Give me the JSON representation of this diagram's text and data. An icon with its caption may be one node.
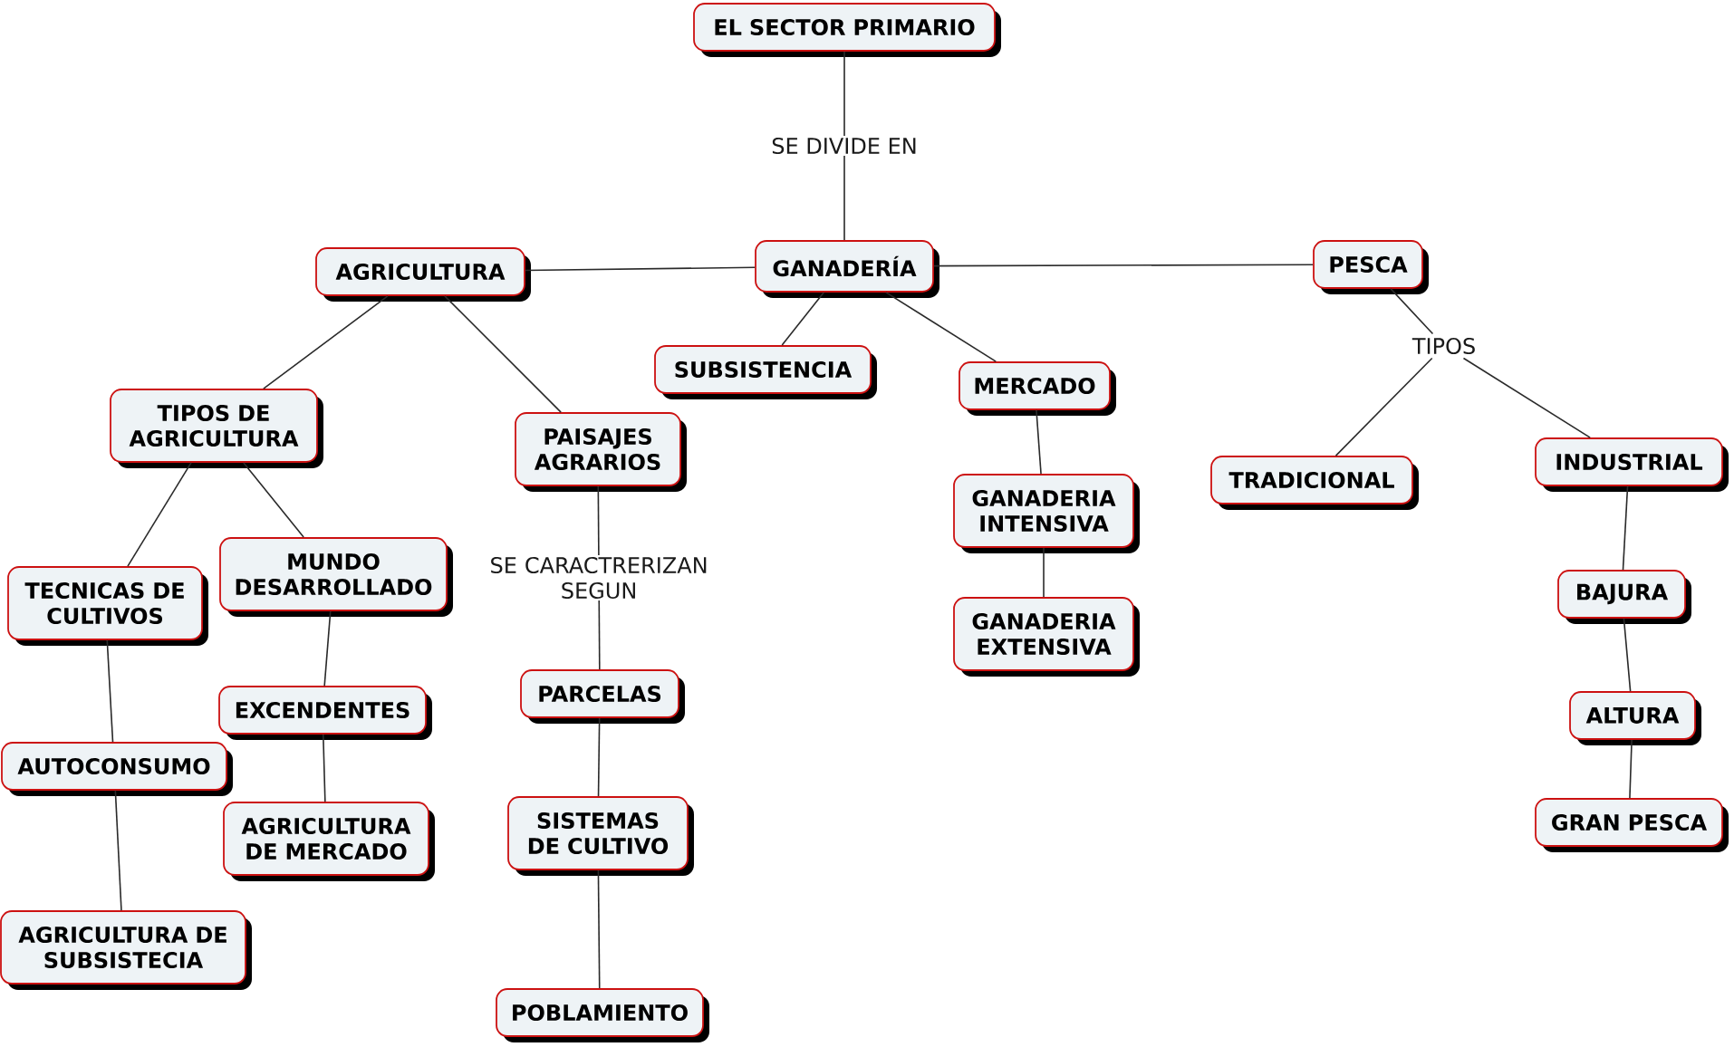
{
  "diagram": {
    "nodes": [
      {
        "text": [
          "EL SECTOR PRIMARIO"
        ]
      },
      {
        "text": [
          "AGRICULTURA"
        ]
      },
      {
        "text": [
          "GANADERÍA"
        ]
      },
      {
        "text": [
          "PESCA"
        ]
      },
      {
        "text": [
          "TIPOS DE AGRICULTURA"
        ]
      },
      {
        "text": [
          "PAISAJES AGRARIOS"
        ]
      },
      {
        "text": [
          "SUBSISTENCIA"
        ]
      },
      {
        "text": [
          "MERCADO"
        ]
      },
      {
        "text": [
          "TIPOS"
        ]
      },
      {
        "text": [
          "TRADICIONAL"
        ]
      },
      {
        "text": [
          "INDUSTRIAL"
        ]
      },
      {
        "text": [
          "TECNICAS DE CULTIVOS"
        ]
      },
      {
        "text": [
          "MUNDO DESARROLLADO"
        ]
      },
      {
        "text": [
          "GANADERIA INTENSIVA"
        ]
      },
      {
        "text": [
          "GANADERIA EXTENSIVA"
        ]
      },
      {
        "text": [
          "EXCENDENTES"
        ]
      },
      {
        "text": [
          "PARCELAS"
        ]
      },
      {
        "text": [
          "BAJURA"
        ]
      },
      {
        "text": [
          "AUTOCONSUMO"
        ]
      },
      {
        "text": [
          "AGRICULTURA DE MERCADO"
        ]
      },
      {
        "text": [
          "SISTEMAS DE CULTIVO"
        ]
      },
      {
        "text": [
          "ALTURA"
        ]
      },
      {
        "text": [
          "GRAN PESCA"
        ]
      },
      {
        "text": [
          "AGRICULTURA DE SUBSISTECIA"
        ]
      },
      {
        "text": [
          "POBLAMIENTO"
        ]
      }
    ],
    "edges": [
      {
        "from": 0,
        "to": 2,
        "arrow": "none",
        "label": "SE DIVIDE EN"
      },
      {
        "from": 2,
        "to": 1,
        "arrow": "none"
      },
      {
        "from": 2,
        "to": 3,
        "arrow": "none"
      },
      {
        "from": 1,
        "to": 4,
        "arrow": "none"
      },
      {
        "from": 1,
        "to": 5,
        "arrow": "none"
      },
      {
        "from": 2,
        "to": 6,
        "arrow": "none"
      },
      {
        "from": 2,
        "to": 7,
        "arrow": "none"
      },
      {
        "from": 3,
        "to": 8,
        "arrow": "none"
      },
      {
        "from": 8,
        "to": 9,
        "arrow": "none"
      },
      {
        "from": 8,
        "to": 10,
        "arrow": "none"
      },
      {
        "from": 4,
        "to": 11,
        "arrow": "none"
      },
      {
        "from": 4,
        "to": 12,
        "arrow": "none"
      },
      {
        "from": 5,
        "to": 16,
        "arrow": "none",
        "label": "SE CARACTRERIZAN SEGUN"
      },
      {
        "from": 7,
        "to": 13,
        "arrow": "none"
      },
      {
        "from": 13,
        "to": 14,
        "arrow": "none"
      },
      {
        "from": 12,
        "to": 15,
        "arrow": "none"
      },
      {
        "from": 11,
        "to": 18,
        "arrow": "none"
      },
      {
        "from": 15,
        "to": 19,
        "arrow": "none"
      },
      {
        "from": 16,
        "to": 20,
        "arrow": "none"
      },
      {
        "from": 10,
        "to": 17,
        "arrow": "none"
      },
      {
        "from": 17,
        "to": 21,
        "arrow": "none"
      },
      {
        "from": 21,
        "to": 22,
        "arrow": "none"
      },
      {
        "from": 18,
        "to": 23,
        "arrow": "none"
      },
      {
        "from": 20,
        "to": 24,
        "arrow": "none"
      }
    ]
  }
}
